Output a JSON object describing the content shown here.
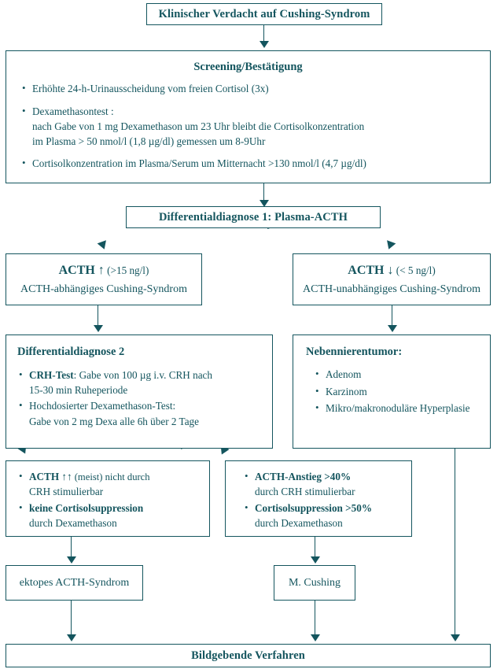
{
  "diagram": {
    "title": "Klinischer Verdacht auf Cushing-Syndrom",
    "accent_color": "#14555e",
    "background_color": "#ffffff"
  },
  "nodes": {
    "suspicion": {
      "label": "Klinischer Verdacht auf Cushing-Syndrom"
    },
    "screening": {
      "heading": "Screening/Bestätigung",
      "items": [
        "Erhöhte 24-h-Urinausscheidung vom freien Cortisol (3x)",
        "Dexamethasontest :",
        "nach Gabe von 1 mg Dexamethason um 23 Uhr bleibt die Cortisolkonzentration",
        "im Plasma  > 50 nmol/l (1,8 µg/dl) gemessen um 8-9Uhr",
        "Cortisolkonzentration im Plasma/Serum um Mitternacht >130 nmol/l (4,7 µg/dl)"
      ]
    },
    "dd1": {
      "label": "Differentialdiagnose 1: Plasma-ACTH"
    },
    "acth_high": {
      "line1_bold": "ACTH ↑",
      "line1_rest": " (>15 ng/l)",
      "line2": "ACTH-abhängiges Cushing-Syndrom"
    },
    "acth_low": {
      "line1_bold": "ACTH ↓",
      "line1_rest": " (< 5 ng/l)",
      "line2": "ACTH-unabhängiges Cushing-Syndrom"
    },
    "dd2": {
      "heading": "Differentialdiagnose 2",
      "item1_bold": "CRH-Test",
      "item1_rest": ": Gabe von 100 µg  i.v. CRH nach",
      "item1_line2": "15-30 min Ruheperiode",
      "item2": "Hochdosierter Dexamethason-Test:",
      "item2_line2": "Gabe von 2 mg Dexa alle 6h über 2 Tage"
    },
    "adrenal_tumor": {
      "heading": "Nebennierentumor:",
      "items": [
        "Adenom",
        "Karzinom",
        "Mikro/makronoduläre Hyperplasie"
      ]
    },
    "result_left": {
      "item1_bold": "ACTH ↑↑",
      "item1_rest": " (meist) nicht durch",
      "item1_line2": "CRH stimulierbar",
      "item2_bold": "keine Cortisolsuppression",
      "item2_line2": "durch Dexamethason"
    },
    "result_right": {
      "item1_bold": "ACTH-Anstieg  >40%",
      "item1_line2": "durch CRH stimulierbar",
      "item2_bold": "Cortisolsuppression >50%",
      "item2_line2": "durch Dexamethason"
    },
    "ectopic": {
      "label": "ektopes ACTH-Syndrom"
    },
    "cushing_disease": {
      "label": "M. Cushing"
    },
    "imaging": {
      "label": "Bildgebende Verfahren"
    }
  }
}
